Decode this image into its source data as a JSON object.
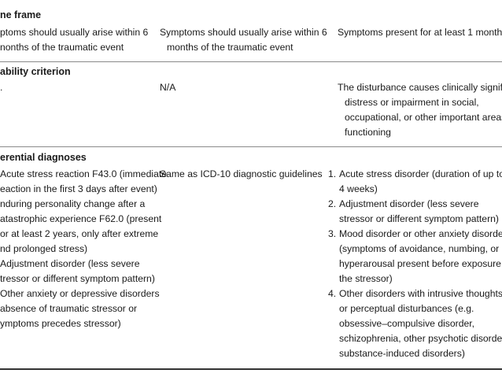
{
  "sections": [
    {
      "title": "ne frame",
      "col1": [
        "ptoms should usually arise within 6",
        "nonths of the traumatic event"
      ],
      "col2": [
        "Symptoms should usually arise within 6",
        "months of the traumatic event"
      ],
      "col3": [
        "Symptoms present for at least 1 month"
      ]
    },
    {
      "title": "ability criterion",
      "col1": [
        "."
      ],
      "col2": [
        "N/A"
      ],
      "col3": [
        "The disturbance causes clinically significant",
        "distress or impairment in social,",
        "occupational, or other important areas o",
        "functioning"
      ]
    },
    {
      "title": "erential diagnoses",
      "col1": [
        "Acute stress reaction F43.0 (immediate",
        "eaction in the first 3 days after event)",
        "nduring personality change after a",
        "atastrophic experience F62.0 (present",
        "or at least 2 years, only after extreme",
        "nd prolonged stress)",
        "Adjustment disorder (less severe",
        "tressor or different symptom pattern)",
        "Other anxiety or depressive disorders",
        "absence of traumatic stressor or",
        "ymptoms precedes stressor)"
      ],
      "col2": [
        "Same as ICD-10 diagnostic guidelines"
      ],
      "col3_items": [
        {
          "num": "1.",
          "lines": [
            "Acute stress disorder (duration of up to",
            "4 weeks)"
          ]
        },
        {
          "num": "2.",
          "lines": [
            "Adjustment disorder (less severe",
            "stressor or different symptom pattern)"
          ]
        },
        {
          "num": "3.",
          "lines": [
            "Mood disorder or other anxiety disorder",
            "(symptoms of avoidance, numbing, or",
            "hyperarousal present before exposure t",
            "the stressor)"
          ]
        },
        {
          "num": "4.",
          "lines": [
            "Other disorders with intrusive thoughts",
            "or perceptual disturbances (e.g.",
            "obsessive–compulsive disorder,",
            "schizophrenia, other psychotic disorder",
            "substance-induced disorders)"
          ]
        }
      ]
    }
  ]
}
